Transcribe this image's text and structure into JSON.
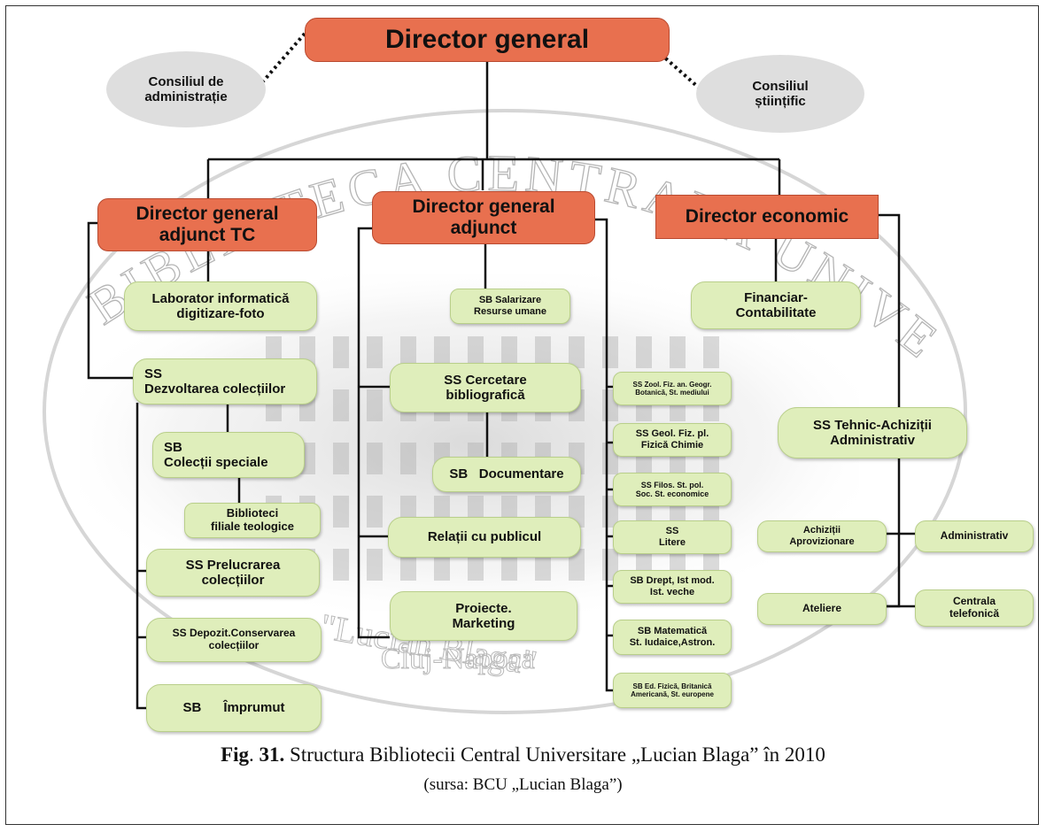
{
  "figure": {
    "caption_prefix": "Fig",
    "caption_dot": ". ",
    "caption_number": "31.",
    "caption_text": " Structura Bibliotecii Central Universitare „Lucian Blaga” în 2010",
    "source_line": "(sursa: BCU „Lucian Blaga”)"
  },
  "watermark": {
    "arc_text": "BIBLIOTECA CENTRALA UNIVERSITARA",
    "name_text": "\"Lucian Blaga\"",
    "city_text": "Cluj-Napoca"
  },
  "nodes": {
    "director_general": "Director general",
    "consiliul_admin": "Consiliul de\nadministrație",
    "consiliul_stiintific": "Consiliul\nștiințific",
    "dga_tc": "Director general\nadjunct TC",
    "dga": "Director general\nadjunct",
    "director_economic": "Director economic",
    "laborator": "Laborator informatică\ndigitizare-foto",
    "ss_dezvoltarea": "SS\nDezvoltarea colecțiilor",
    "sb_colectii_speciale": "SB\nColecții speciale",
    "biblioteci_filiale": "Biblioteci\nfiliale teologice",
    "ss_prelucrarea": "SS   Prelucrarea\ncolecțiilor",
    "ss_depozit": "SS Depozit.Conservarea\ncolecțiilor",
    "sb_imprumut": "SB      Împrumut",
    "sb_salarizare": "SB Salarizare\nResurse umane",
    "ss_cercetare": "SS    Cercetare\nbibliografică",
    "sb_documentare": "SB   Documentare",
    "relatii_publicul": "Relații cu publicul",
    "proiecte_marketing": "Proiecte.\nMarketing",
    "ss_zool": "SS Zool. Fiz. an. Geogr.\nBotanică, St. mediului",
    "ss_geol": "SS Geol. Fiz. pl.\nFizică Chimie",
    "ss_filos": "SS   Filos. St. pol.\nSoc. St. economice",
    "ss_litere": "SS\nLitere",
    "sb_drept": "SB Drept, Ist mod.\nIst. veche",
    "sb_matematica": "SB  Matematică\nSt. Iudaice,Astron.",
    "sb_ed_fizica": "SB Ed. Fizică, Britanică\nAmericană, St. europene",
    "financiar": "Financiar-\nContabilitate",
    "ss_tehnic": "SS    Tehnic-Achiziții\nAdministrativ",
    "achizitii": "Achiziții\nAprovizionare",
    "administrativ": "Administrativ",
    "ateliere": "Ateliere",
    "centrala": "Centrala\ntelefonică"
  },
  "colors": {
    "director_fill": "#e8704f",
    "unit_fill": "#dfeebb",
    "council_fill": "#dedede",
    "line": "#111111"
  }
}
